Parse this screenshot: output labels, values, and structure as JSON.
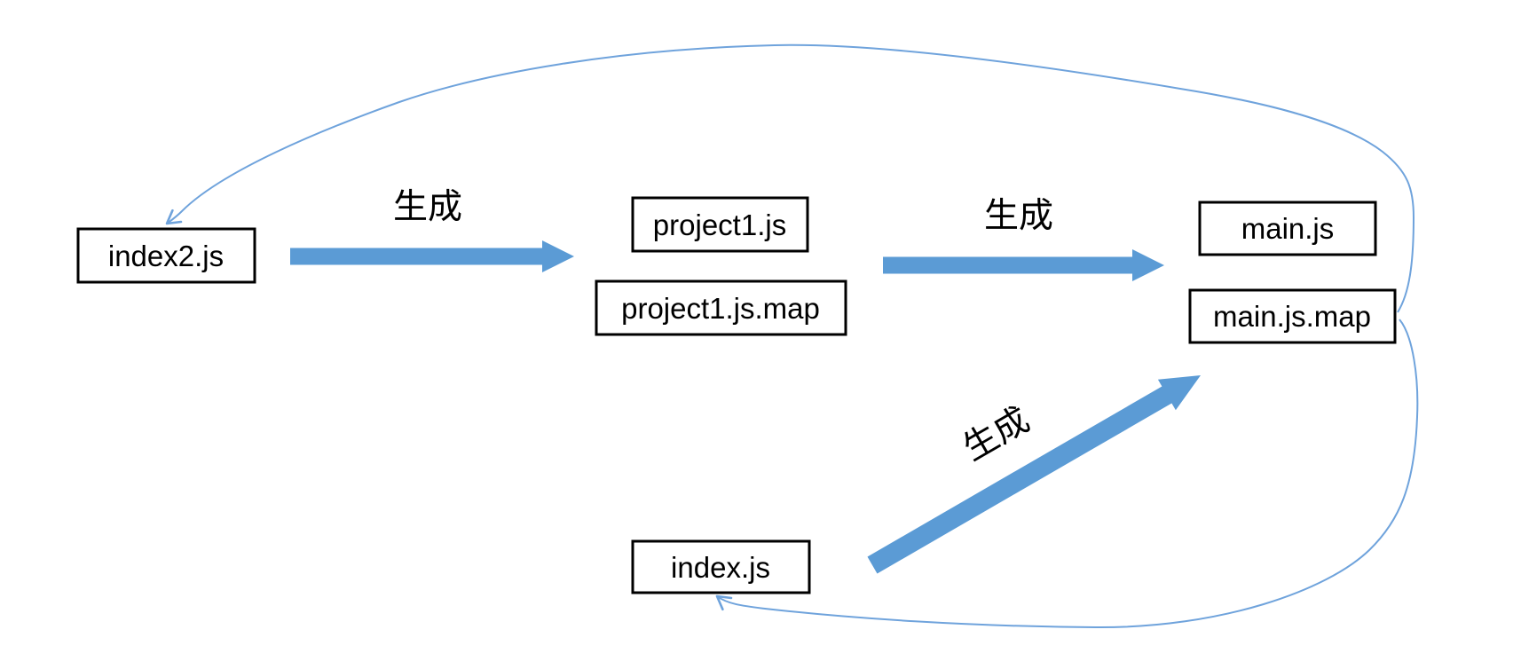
{
  "diagram": {
    "background": "#ffffff",
    "colors": {
      "thick_arrow": "#5b9bd5",
      "thin_curve": "#6fa3dc",
      "box_border": "#000000",
      "box_fill": "#ffffff",
      "text": "#000000"
    },
    "nodes": [
      {
        "id": "index2-js",
        "label": "index2.js"
      },
      {
        "id": "project1-js",
        "label": "project1.js"
      },
      {
        "id": "project1-js-map",
        "label": "project1.js.map"
      },
      {
        "id": "main-js",
        "label": "main.js"
      },
      {
        "id": "main-js-map",
        "label": "main.js.map"
      },
      {
        "id": "index-js",
        "label": "index.js"
      }
    ],
    "edges": [
      {
        "id": "generate-1",
        "label": "生成",
        "style": "thick-arrow",
        "from": "index2.js",
        "to": "project1.js"
      },
      {
        "id": "generate-2",
        "label": "生成",
        "style": "thick-arrow",
        "from": "project1.js",
        "to": "main.js"
      },
      {
        "id": "generate-3",
        "label": "生成",
        "style": "thick-arrow",
        "from": "index.js",
        "to": "main.js.map"
      },
      {
        "id": "map-link-top",
        "label": "",
        "style": "thin-curve",
        "from": "main.js.map",
        "to": "index2.js"
      },
      {
        "id": "map-link-bottom",
        "label": "",
        "style": "thin-curve",
        "from": "main.js.map",
        "to": "index.js"
      }
    ]
  }
}
